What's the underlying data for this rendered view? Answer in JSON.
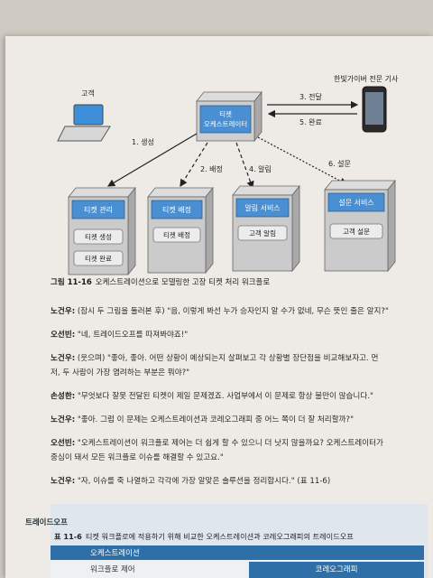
{
  "diagram": {
    "customer_label": "고객",
    "orchestrator_label_1": "티켓",
    "orchestrator_label_2": "오케스트레이터",
    "technician_label": "한빛가이버 전문 기사",
    "arrow_create": "1. 생성",
    "arrow_assign": "2. 배정",
    "arrow_deliver": "3. 전달",
    "arrow_notify": "4. 알림",
    "arrow_complete": "5. 완료",
    "arrow_survey": "6. 설문",
    "services": [
      {
        "title": "티켓 관리",
        "items": [
          "티켓 생성",
          "티켓 완료"
        ]
      },
      {
        "title": "티켓 배정",
        "items": [
          "티켓 배정"
        ]
      },
      {
        "title": "알림 서비스",
        "items": [
          "고객 알림"
        ]
      },
      {
        "title": "설문 서비스",
        "items": [
          "고객 설문"
        ]
      }
    ]
  },
  "caption": {
    "number": "그림 11-16",
    "text": "오케스트레이션으로 모델링한 고장 티켓 처리 워크플로"
  },
  "dialog": [
    {
      "speaker": "노건우:",
      "text": " (잠시 두 그림을 둘러본 후) \"음, 이렇게 봐선 누가 승자인지 알 수가 없네, 무슨 뜻인 줄은 알지?\""
    },
    {
      "speaker": "오선빈:",
      "text": " \"네, 트레이드오프를 따져봐야죠!\""
    },
    {
      "speaker": "노건우:",
      "text": " (웃으며) \"좋아, 좋아. 어떤 상황이 예상되는지 살펴보고 각 상황별 장단점을 비교해보자고. 먼"
    },
    {
      "speaker": "",
      "text": "저, 두 사람이 가장 염려하는 부분은 뭐야?\""
    },
    {
      "speaker": "손성한:",
      "text": " \"무엇보다 잘못 전달된 티켓이 제일 문제겠죠. 사업부에서 이 문제로 항상 불만이 많습니다.\""
    },
    {
      "speaker": "노건우:",
      "text": " \"좋아. 그럼 이 문제는 오케스트레이션과 코레오그래피 중 어느 쪽이 더 잘 처리할까?\""
    },
    {
      "speaker": "오선빈:",
      "text": " \"오케스트레이션이 워크플로 제어는 더 쉽게 할 수 있으니 더 낫지 않을까요? 오케스트레이터가"
    },
    {
      "speaker": "",
      "text": "중심이 돼서 모든 워크플로 이슈를 해결할 수 있고요.\""
    },
    {
      "speaker": "노건우:",
      "text": " \"자, 이슈를 죽 나열하고 각각에 가장 알맞은 솔루션을 정리합시다.\" (표 11-6)"
    }
  ],
  "sidebar": {
    "title": "트레이드오프",
    "table_number": "표 11-6",
    "table_caption": "티켓 워크플로에 적용하기 위해 비교한 오케스트레이션과 코레오그래피의 트레이드오프",
    "col1": "오케스트레이션",
    "col2": "코레오그래피",
    "row1": "워크플로 제어"
  },
  "colors": {
    "service_blue": "#4a8fd1",
    "header_blue": "#2d6fa6",
    "box_gray": "#c9c9c9"
  }
}
